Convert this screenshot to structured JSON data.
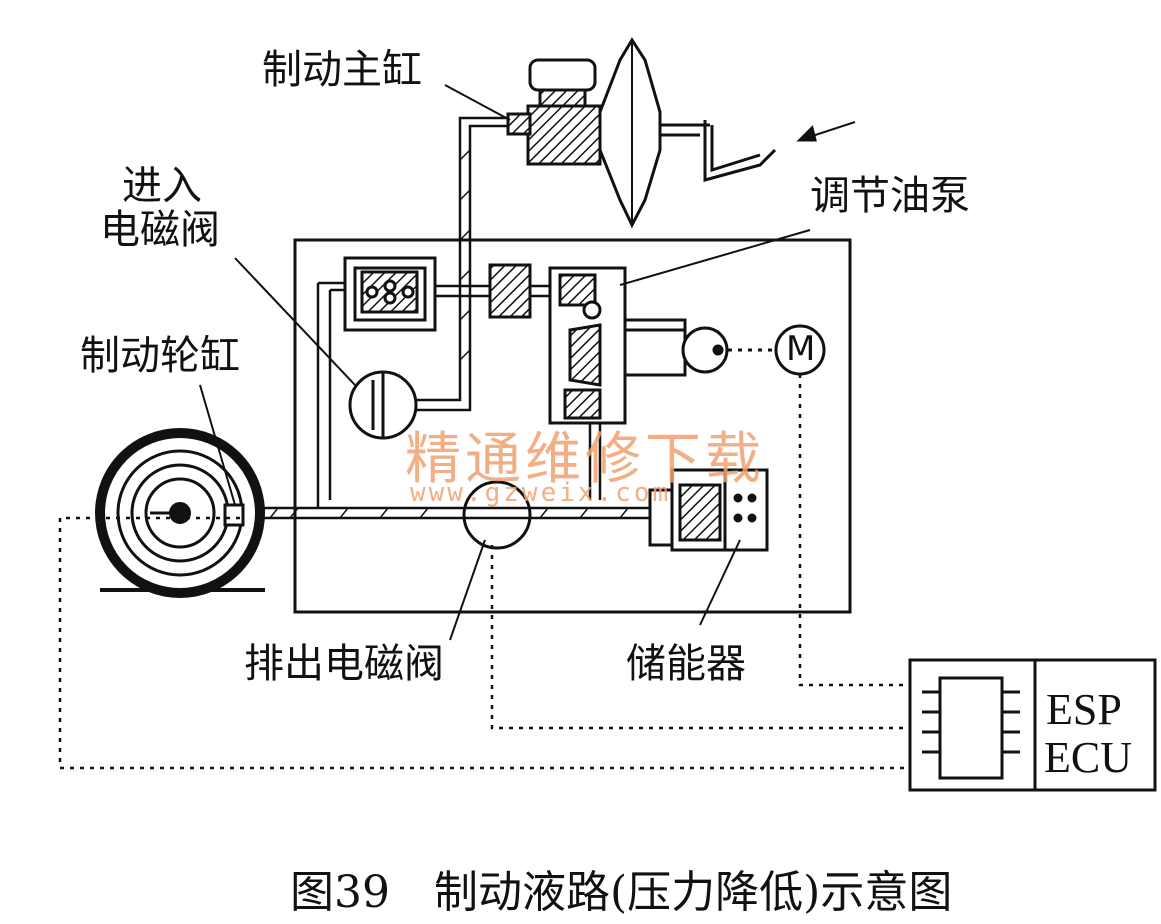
{
  "labels": {
    "master_cylinder": "制动主缸",
    "inlet_valve_line1": "进入",
    "inlet_valve_line2": "电磁阀",
    "wheel_cylinder": "制动轮缸",
    "pump": "调节油泵",
    "outlet_valve": "排出电磁阀",
    "accumulator": "储能器",
    "motor": "M"
  },
  "ecu": {
    "line1": "ESP",
    "line2": "ECU"
  },
  "watermark": {
    "cn": "精通维修下载",
    "url": "www.gzweix.com"
  },
  "caption": "图39　制动液路(压力降低)示意图",
  "colors": {
    "line": "#111111",
    "watermark": "#f0a070",
    "background": "#ffffff"
  }
}
